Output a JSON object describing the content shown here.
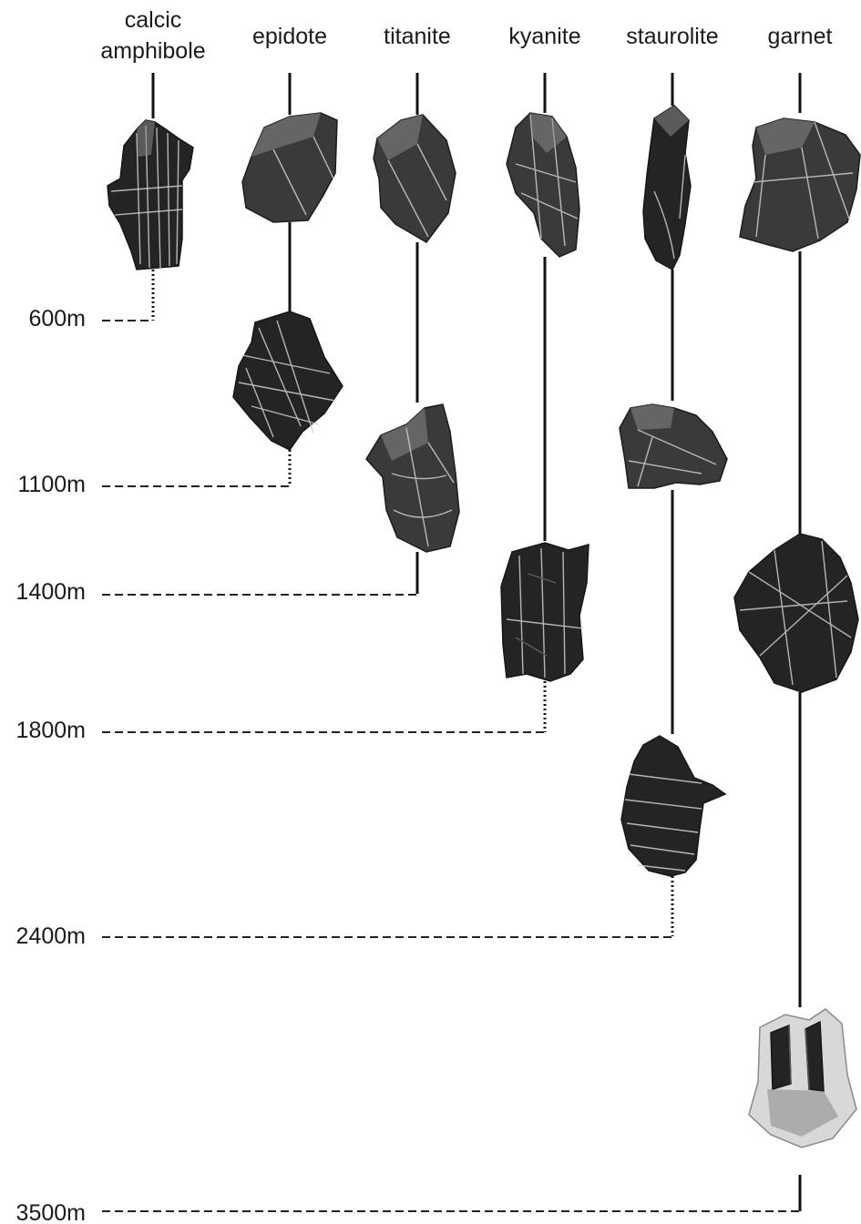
{
  "minerals": [
    {
      "label": "calcic amphibole",
      "line1": "calcic",
      "line2": "amphibole",
      "icon": "calcic-amphibole-grain",
      "disappears_at": "600m"
    },
    {
      "label": "epidote",
      "line1": "",
      "line2": "epidote",
      "icon": "epidote-grain",
      "disappears_at": "1100m"
    },
    {
      "label": "titanite",
      "line1": "",
      "line2": "titanite",
      "icon": "titanite-grain",
      "disappears_at": "1400m"
    },
    {
      "label": "kyanite",
      "line1": "",
      "line2": "kyanite",
      "icon": "kyanite-grain",
      "disappears_at": "1800m"
    },
    {
      "label": "staurolite",
      "line1": "",
      "line2": "staurolite",
      "icon": "staurolite-grain",
      "disappears_at": "2400m"
    },
    {
      "label": "garnet",
      "line1": "",
      "line2": "garnet",
      "icon": "garnet-grain",
      "disappears_at": "3500m"
    }
  ],
  "depths": [
    "600m",
    "1100m",
    "1400m",
    "1800m",
    "2400m",
    "3500m"
  ]
}
